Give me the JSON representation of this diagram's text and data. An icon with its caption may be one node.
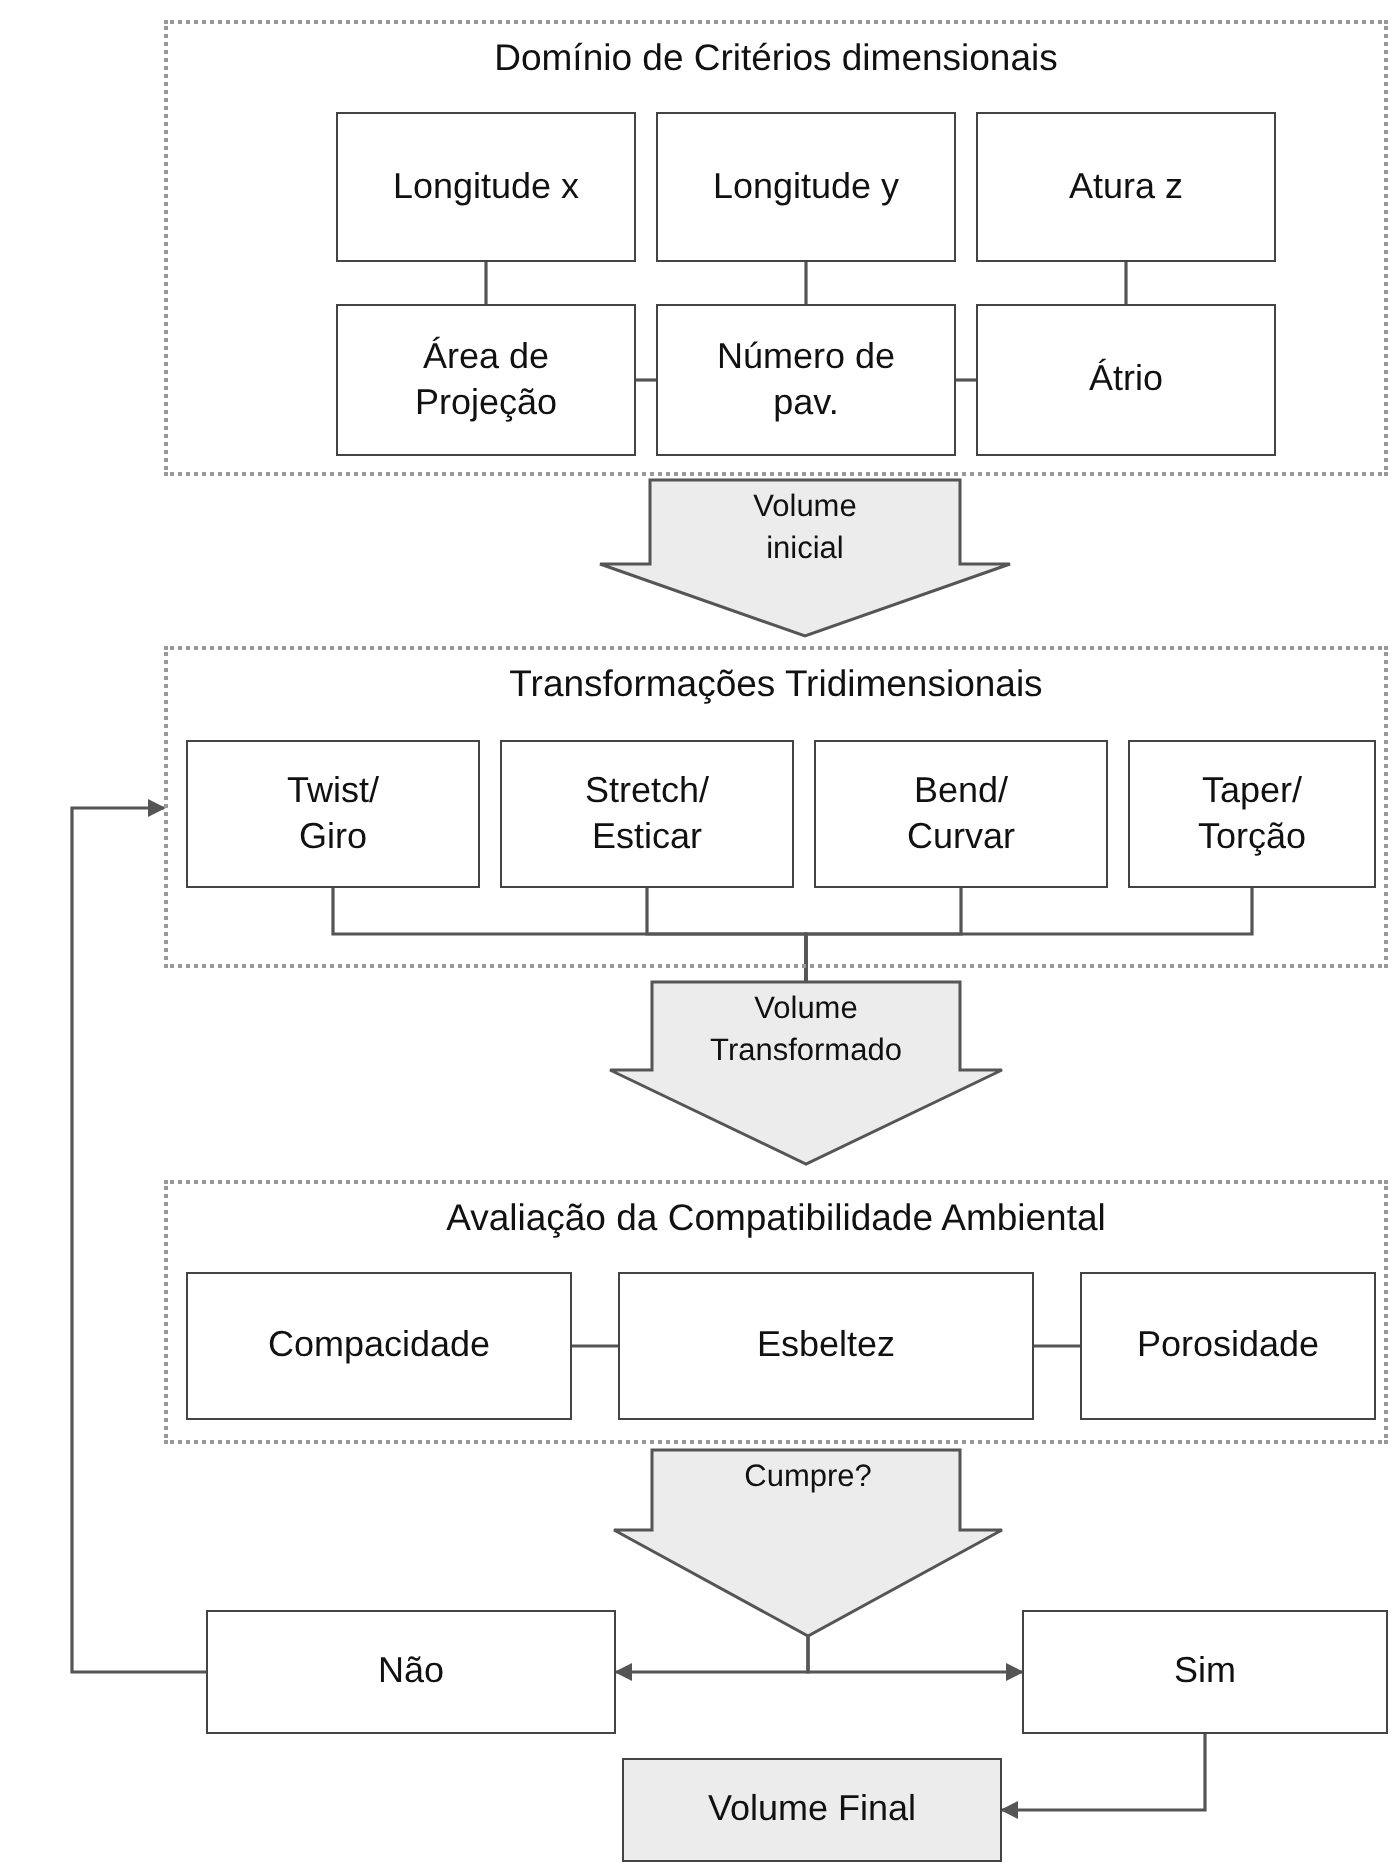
{
  "diagram": {
    "nodes": [
      {
        "text": [
          "Domínio de Critérios dimensionais"
        ]
      },
      {
        "text": [
          "Longitude x"
        ],
        "in": 0
      },
      {
        "text": [
          "Longitude y"
        ],
        "in": 0
      },
      {
        "text": [
          "Atura z"
        ],
        "in": 0
      },
      {
        "text": [
          "Área de Projeção"
        ],
        "in": 0
      },
      {
        "text": [
          "Número de pav."
        ],
        "in": 0
      },
      {
        "text": [
          "Átrio"
        ],
        "in": 0
      },
      {
        "text": [
          "Volume inicial"
        ]
      },
      {
        "text": [
          "Transformações Tridimensionais"
        ]
      },
      {
        "text": [
          "Twist/ Giro"
        ],
        "in": 8
      },
      {
        "text": [
          "Stretch/ Esticar"
        ],
        "in": 8
      },
      {
        "text": [
          "Bend/ Curvar"
        ],
        "in": 8
      },
      {
        "text": [
          "Taper/ Torção"
        ],
        "in": 8
      },
      {
        "text": [
          "Volume Transformado"
        ]
      },
      {
        "text": [
          "Avaliação da Compatibilidade Ambiental"
        ]
      },
      {
        "text": [
          "Compacidade"
        ],
        "in": 14
      },
      {
        "text": [
          "Esbeltez"
        ],
        "in": 14
      },
      {
        "text": [
          "Porosidade"
        ],
        "in": 14
      },
      {
        "text": [
          "Cumpre?"
        ]
      },
      {
        "text": [
          "Não"
        ]
      },
      {
        "text": [
          "Sim"
        ]
      },
      {
        "text": [
          "Volume Final"
        ]
      }
    ],
    "edges": [
      {
        "from": 1,
        "to": 4,
        "arrow": "none"
      },
      {
        "from": 2,
        "to": 5,
        "arrow": "none"
      },
      {
        "from": 3,
        "to": 6,
        "arrow": "none"
      },
      {
        "from": 4,
        "to": 5,
        "arrow": "none"
      },
      {
        "from": 5,
        "to": 6,
        "arrow": "none"
      },
      {
        "from": 9,
        "to": 13,
        "arrow": "none"
      },
      {
        "from": 10,
        "to": 13,
        "arrow": "none"
      },
      {
        "from": 11,
        "to": 13,
        "arrow": "none"
      },
      {
        "from": 12,
        "to": 13,
        "arrow": "none"
      },
      {
        "from": 15,
        "to": 16,
        "arrow": "none"
      },
      {
        "from": 16,
        "to": 17,
        "arrow": "none"
      },
      {
        "from": 18,
        "to": 19,
        "arrow": "to"
      },
      {
        "from": 18,
        "to": 20,
        "arrow": "to"
      },
      {
        "from": 19,
        "to": 8,
        "arrow": "to"
      },
      {
        "from": 20,
        "to": 21,
        "arrow": "to"
      }
    ]
  }
}
